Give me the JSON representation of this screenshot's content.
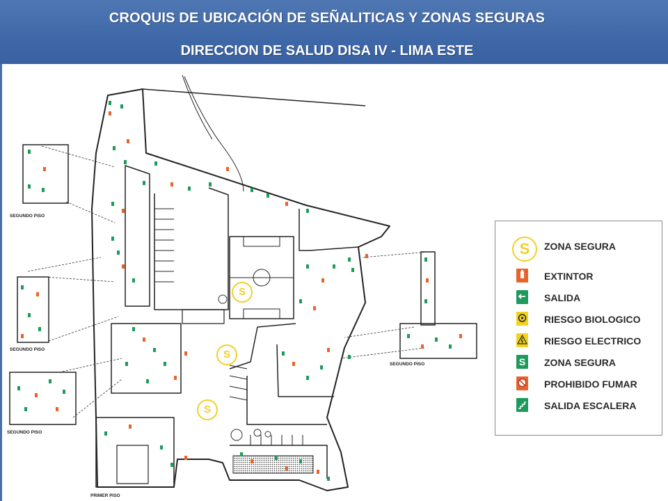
{
  "header": {
    "title": "CROQUIS DE UBICACIÓN DE SEÑALITICAS Y ZONAS SEGURAS",
    "subtitle": "DIRECCION DE SALUD DISA IV - LIMA ESTE"
  },
  "plan": {
    "floor_labels": [
      "SEGUNDO PISO",
      "SEGUNDO PISO",
      "SEGUNDO PISO",
      "SEGUNDO PISO",
      "PRIMER PISO"
    ],
    "safe_zone_letter": "S"
  },
  "legend": {
    "items": [
      {
        "label": "ZONA SEGURA",
        "icon": "safe-zone-circle-icon",
        "color": "#f2cf2a"
      },
      {
        "label": "EXTINTOR",
        "icon": "fire-extinguisher-icon",
        "color": "#e8642c"
      },
      {
        "label": "SALIDA",
        "icon": "exit-arrow-icon",
        "color": "#1f9a5c"
      },
      {
        "label": "RIESGO BIOLOGICO",
        "icon": "biohazard-icon",
        "color": "#f2d31e"
      },
      {
        "label": "RIESGO ELECTRICO",
        "icon": "electric-hazard-icon",
        "color": "#f2d31e"
      },
      {
        "label": "ZONA SEGURA",
        "icon": "safe-zone-square-icon",
        "color": "#1f9a5c"
      },
      {
        "label": "PROHIBIDO FUMAR",
        "icon": "no-smoking-icon",
        "color": "#e8642c"
      },
      {
        "label": "SALIDA ESCALERA",
        "icon": "stair-exit-icon",
        "color": "#1f9a5c"
      }
    ]
  },
  "colors": {
    "header_bg": "#4470ad",
    "sign_green": "#1f9a5c",
    "sign_orange": "#e8642c",
    "safe_zone_yellow": "#f2cf2a"
  }
}
